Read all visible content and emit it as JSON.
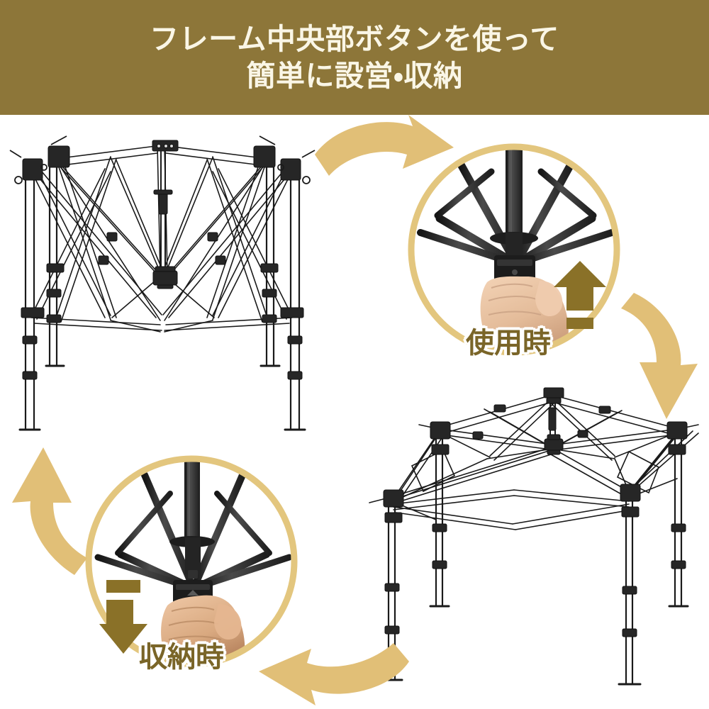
{
  "header": {
    "background_color": "#8D7639",
    "text_color": "#FAF6E6",
    "line1": "フレーム中央部ボタンを使って",
    "line2": "簡単に設営・収納"
  },
  "palette": {
    "banner_brown": "#8D7639",
    "ring_tan": "#E3C67E",
    "flow_arrow_tan": "#E1BF77",
    "label_olive": "#7A6528",
    "icon_arrow_gold": "#8A7128",
    "frame_black": "#2E2E2E",
    "frame_line": "#1A1A1A",
    "skin": "#E8C0A0",
    "background": "#FFFFFF"
  },
  "panels": [
    {
      "id": "folded-frame",
      "name": "folded-canopy-frame-illustration",
      "type": "line-art",
      "description": "collapsed canopy frame viewed from the side with scissor trusses folded inward and telescoping legs extended"
    },
    {
      "id": "in-use",
      "name": "in-use-closeup",
      "type": "photo-circle",
      "label": "使用時",
      "label_color": "#7A6528",
      "ring_color": "#E3C67E",
      "icon": "up-arrow-with-bar-icon",
      "icon_color": "#8A7128",
      "icon_direction": "up",
      "description": "hand gripping the centre hub button, poles spread open upward"
    },
    {
      "id": "erected-frame",
      "name": "erected-canopy-frame-illustration",
      "type": "line-art",
      "description": "fully deployed canopy frame in three-quarter perspective with four telescoping legs"
    },
    {
      "id": "stored",
      "name": "stored-closeup",
      "type": "photo-circle",
      "label": "収納時",
      "label_color": "#7A6528",
      "ring_color": "#E3C67E",
      "icon": "down-arrow-with-bar-icon",
      "icon_color": "#8A7128",
      "icon_direction": "down",
      "description": "hand pulling the centre hub button down, poles drawn together"
    }
  ],
  "flow_arrows": [
    {
      "name": "flow-arrow-top",
      "direction": "right",
      "color": "#E1BF77"
    },
    {
      "name": "flow-arrow-right",
      "direction": "down",
      "color": "#E1BF77"
    },
    {
      "name": "flow-arrow-bottom",
      "direction": "left",
      "color": "#E1BF77"
    },
    {
      "name": "flow-arrow-left",
      "direction": "up",
      "color": "#E1BF77"
    }
  ]
}
